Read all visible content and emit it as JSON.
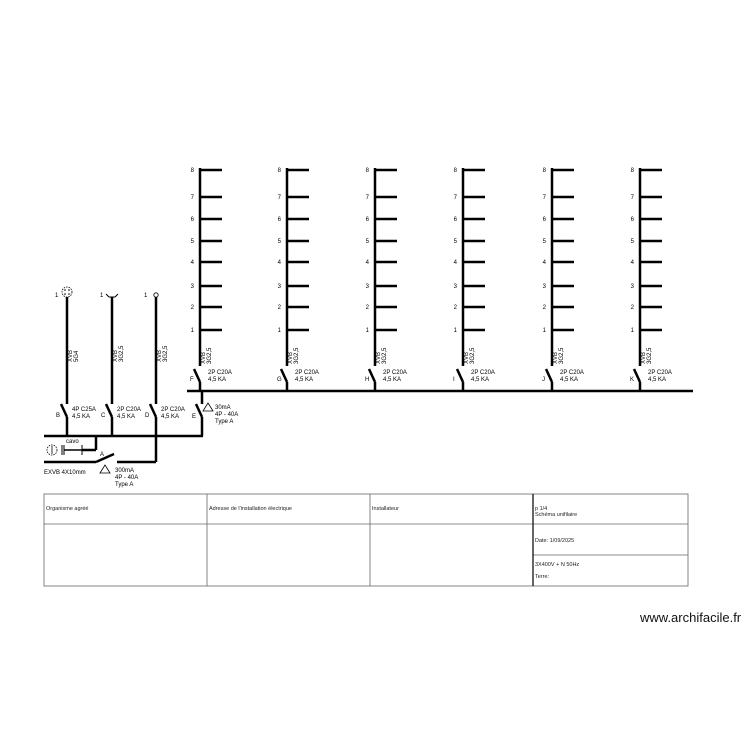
{
  "circuit_levels": [
    "1",
    "2",
    "3",
    "4",
    "5",
    "6",
    "7",
    "8"
  ],
  "upper_feeders": [
    {
      "id": "F",
      "breaker": "2P C20A",
      "kA": "4,5 KA",
      "cable1": "XVB",
      "cable2": "3G2,5"
    },
    {
      "id": "G",
      "breaker": "2P C20A",
      "kA": "4,5 KA",
      "cable1": "XVB",
      "cable2": "3G2,5"
    },
    {
      "id": "H",
      "breaker": "2P C20A",
      "kA": "4,5 KA",
      "cable1": "XVB",
      "cable2": "3G2,5"
    },
    {
      "id": "I",
      "breaker": "2P C20A",
      "kA": "4,5 KA",
      "cable1": "XVB",
      "cable2": "3G2,5"
    },
    {
      "id": "J",
      "breaker": "2P C20A",
      "kA": "4,5 KA",
      "cable1": "XVB",
      "cable2": "3G2,5"
    },
    {
      "id": "K",
      "breaker": "2P C20A",
      "kA": "4,5 KA",
      "cable1": "XVB",
      "cable2": "3G2,5"
    }
  ],
  "lower_feeders": [
    {
      "id": "B",
      "breaker": "4P C25A",
      "kA": "4,5 KA",
      "cable1": "XVB",
      "cable2": "5G4",
      "load_num": "1",
      "load_icon": "socket-3phase-icon"
    },
    {
      "id": "C",
      "breaker": "2P C20A",
      "kA": "4,5 KA",
      "cable1": "XVB",
      "cable2": "3G2,5",
      "load_num": "1",
      "load_icon": "heater-icon"
    },
    {
      "id": "D",
      "breaker": "2P C20A",
      "kA": "4,5 KA",
      "cable1": "XVB",
      "cable2": "3G2,5",
      "load_num": "1",
      "load_icon": "light-icon"
    }
  ],
  "rcd_E": {
    "id": "E",
    "line1": "30mA",
    "line2": "4P - 40A",
    "line3": "Type A"
  },
  "main_switch": {
    "id": "A",
    "line1": "300mA",
    "line2": "4P - 40A",
    "line3": "Type A"
  },
  "earth": {
    "label": "cavo",
    "cable": "EXVB 4X10mm"
  },
  "title_block": {
    "organisme": "Organisme agréé",
    "adresse": "Adresse de l'installation électrique",
    "installateur": "Installateur",
    "page": "p 1/4",
    "schema": "Schéma unifilaire",
    "date": "Date: 1/09/2025",
    "supply": "3X400V + N 50Hz",
    "terre": "Terre:"
  },
  "watermark": "www.archifacile.fr"
}
